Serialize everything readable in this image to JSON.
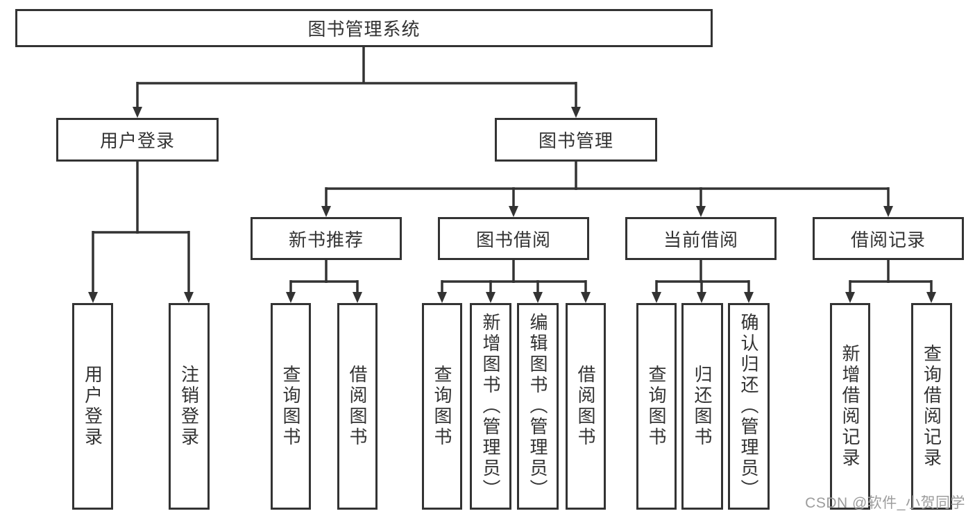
{
  "diagram_title": "图书管理系统",
  "nodes": {
    "root": "图书管理系统",
    "user_login_module": "用户登录",
    "book_management": "图书管理",
    "new_book_recommend": "新书推荐",
    "book_borrow": "图书借阅",
    "current_borrow": "当前借阅",
    "borrow_records": "借阅记录",
    "leaf_user_login": "用户登录",
    "leaf_logout": "注销登录",
    "leaf_nb_query": "查询图书",
    "leaf_nb_borrow": "借阅图书",
    "leaf_bb_query": "查询图书",
    "leaf_bb_add": "新增图书（管理员）",
    "leaf_bb_edit": "编辑图书（管理员）",
    "leaf_bb_borrow": "借阅图书",
    "leaf_cb_query": "查询图书",
    "leaf_cb_return": "归还图书",
    "leaf_cb_confirm": "确认归还（管理员）",
    "leaf_br_add": "新增借阅记录",
    "leaf_br_query": "查询借阅记录"
  },
  "edges": [
    [
      "root",
      "user_login_module"
    ],
    [
      "root",
      "book_management"
    ],
    [
      "user_login_module",
      "leaf_user_login"
    ],
    [
      "user_login_module",
      "leaf_logout"
    ],
    [
      "book_management",
      "new_book_recommend"
    ],
    [
      "book_management",
      "book_borrow"
    ],
    [
      "book_management",
      "current_borrow"
    ],
    [
      "book_management",
      "borrow_records"
    ],
    [
      "new_book_recommend",
      "leaf_nb_query"
    ],
    [
      "new_book_recommend",
      "leaf_nb_borrow"
    ],
    [
      "book_borrow",
      "leaf_bb_query"
    ],
    [
      "book_borrow",
      "leaf_bb_add"
    ],
    [
      "book_borrow",
      "leaf_bb_edit"
    ],
    [
      "book_borrow",
      "leaf_bb_borrow"
    ],
    [
      "current_borrow",
      "leaf_cb_query"
    ],
    [
      "current_borrow",
      "leaf_cb_return"
    ],
    [
      "current_borrow",
      "leaf_cb_confirm"
    ],
    [
      "borrow_records",
      "leaf_br_add"
    ],
    [
      "borrow_records",
      "leaf_br_query"
    ]
  ],
  "watermark": {
    "text": "CSDN @软件_小贺同学"
  },
  "colors": {
    "line": "#333333",
    "text": "#333333",
    "box_background": "#ffffff",
    "watermark": "#9c9c9c",
    "background": "#ffffff"
  }
}
